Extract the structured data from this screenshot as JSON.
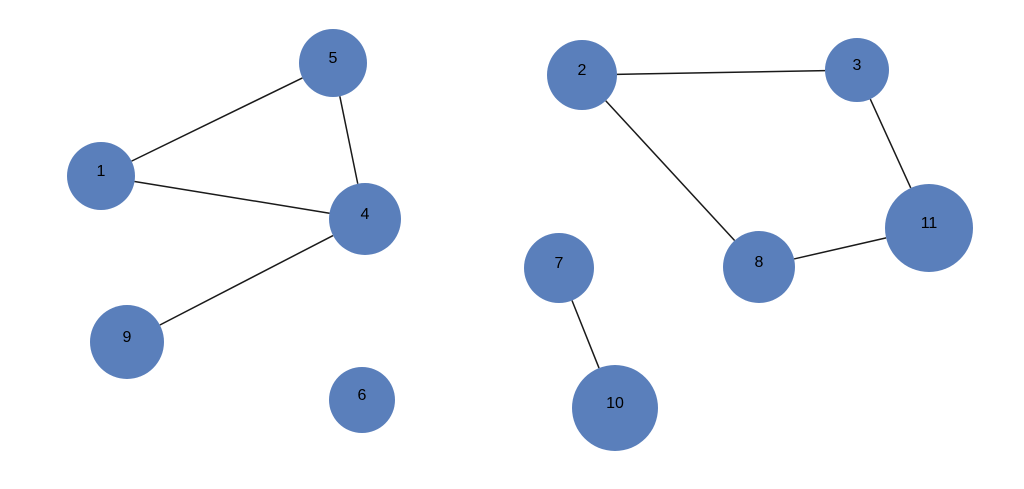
{
  "colors": {
    "node_fill": "#5a7fbb",
    "edge": "#1a1a1a",
    "label": "#000000"
  },
  "nodes": [
    {
      "id": "1",
      "label": "1"
    },
    {
      "id": "2",
      "label": "2"
    },
    {
      "id": "3",
      "label": "3"
    },
    {
      "id": "4",
      "label": "4"
    },
    {
      "id": "5",
      "label": "5"
    },
    {
      "id": "6",
      "label": "6"
    },
    {
      "id": "7",
      "label": "7"
    },
    {
      "id": "8",
      "label": "8"
    },
    {
      "id": "9",
      "label": "9"
    },
    {
      "id": "10",
      "label": "10"
    },
    {
      "id": "11",
      "label": "11"
    }
  ],
  "edges": [
    {
      "from": "1",
      "to": "5"
    },
    {
      "from": "1",
      "to": "4"
    },
    {
      "from": "5",
      "to": "4"
    },
    {
      "from": "4",
      "to": "9"
    },
    {
      "from": "2",
      "to": "3"
    },
    {
      "from": "2",
      "to": "8"
    },
    {
      "from": "3",
      "to": "11"
    },
    {
      "from": "8",
      "to": "11"
    },
    {
      "from": "7",
      "to": "10"
    }
  ]
}
